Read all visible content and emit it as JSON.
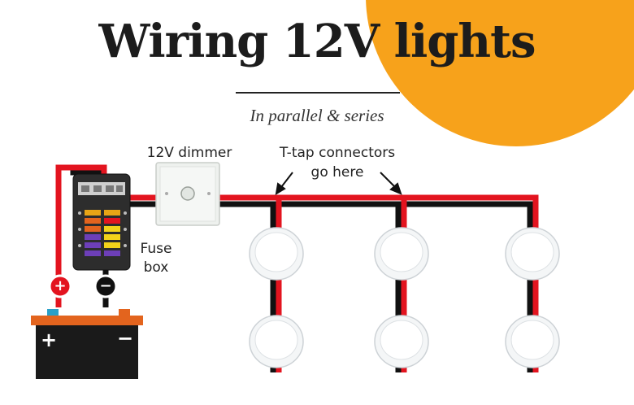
{
  "title": "Wiring 12V lights",
  "subtitle": "In parallel & series",
  "labels": {
    "dimmer": "12V dimmer",
    "ttap_line1": "T-tap connectors",
    "ttap_line2": "go here",
    "fuse_line1": "Fuse",
    "fuse_line2": "box"
  },
  "battery": {
    "plus": "+",
    "minus": "−"
  },
  "terminals": {
    "positive": "+",
    "negative": "−"
  },
  "colors": {
    "accent_circle": "#f7a21b",
    "wire_positive": "#e3141f",
    "wire_negative": "#111111",
    "battery_top": "#e3641e",
    "battery_body": "#1a1a1a"
  },
  "lights": {
    "columns": 3,
    "rows": 2
  }
}
